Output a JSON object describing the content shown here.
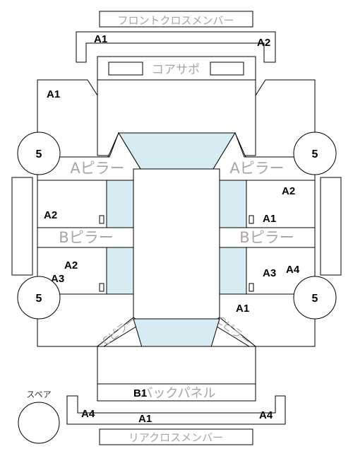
{
  "parts": {
    "front_cross_member": "フロントクロスメンバー",
    "core_support": "コアサポ",
    "a_pillar": "Aピラー",
    "b_pillar": "Bピラー",
    "c_pillar": "Cピラー",
    "back_panel": "バックパネル",
    "rear_cross_member": "リアクロスメンバー",
    "spare": "スペア"
  },
  "grades": {
    "a1": "A1",
    "a2": "A2",
    "a3": "A3",
    "a4": "A4",
    "b1": "B1",
    "five": "5"
  },
  "colors": {
    "glass": "#d6ebf2",
    "label_gray": "#a6a6a6"
  }
}
